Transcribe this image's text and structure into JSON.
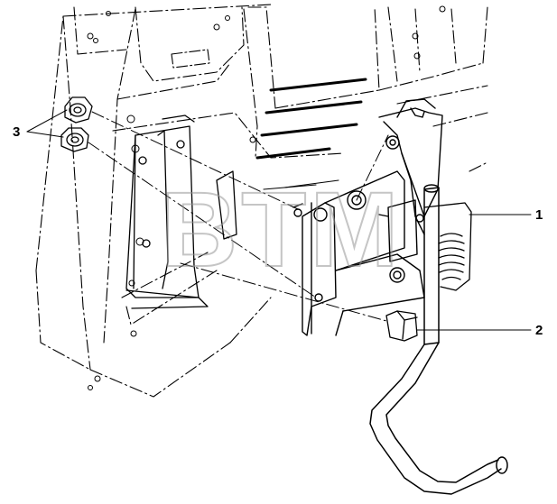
{
  "callouts": [
    {
      "id": "1",
      "label": "1"
    },
    {
      "id": "2",
      "label": "2"
    },
    {
      "id": "3",
      "label": "3"
    }
  ],
  "watermark": {
    "text": "BTM"
  },
  "colors": {
    "line": "#000000",
    "background": "#ffffff",
    "watermark": "#969696"
  }
}
